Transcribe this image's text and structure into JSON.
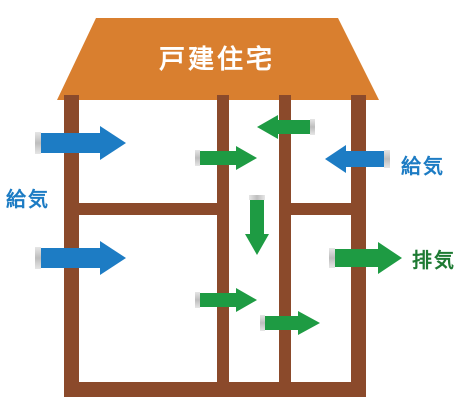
{
  "roof": {
    "title": "戸建住宅"
  },
  "labels": {
    "supply_left": "給気",
    "supply_right": "給気",
    "exhaust": "排気"
  },
  "colors": {
    "roof": "#d97f2f",
    "wall": "#8b4a2b",
    "supply_arrow": "#1d7cc4",
    "internal_arrow": "#1e9b43",
    "exhaust_arrow": "#1e9b43",
    "supply_text": "#1d7cc4",
    "exhaust_text": "#1e7a33"
  },
  "icons": {
    "supply_arrow": "blue-arrow-icon",
    "airflow_arrow": "green-arrow-icon"
  }
}
